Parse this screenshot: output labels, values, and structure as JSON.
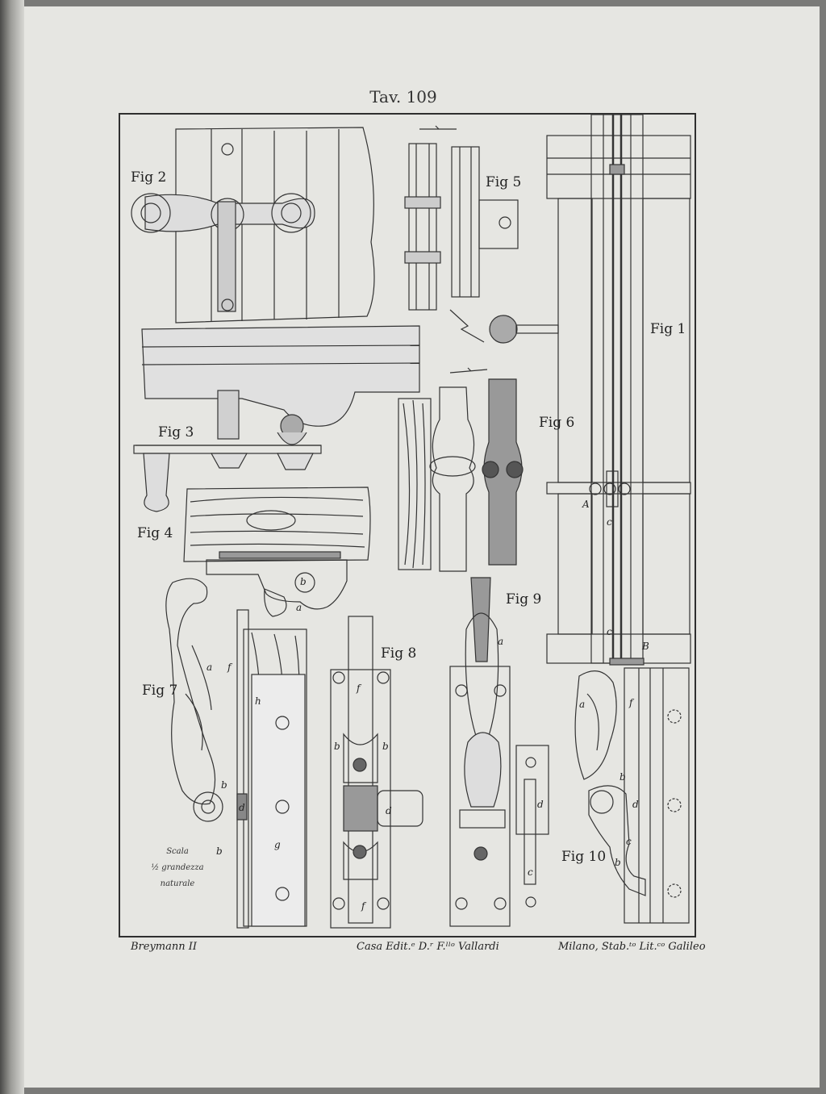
{
  "plate": {
    "title": "Tav. 109"
  },
  "figures": {
    "fig1": "Fig 1",
    "fig2": "Fig 2",
    "fig3": "Fig 3",
    "fig4": "Fig 4",
    "fig5": "Fig 5",
    "fig6": "Fig 6",
    "fig7": "Fig 7",
    "fig8": "Fig 8",
    "fig9": "Fig 9",
    "fig10": "Fig 10"
  },
  "letters": {
    "a": "a",
    "b": "b",
    "c": "c",
    "d": "d",
    "f": "f",
    "g": "g",
    "h": "h",
    "A": "A",
    "B": "B"
  },
  "scale": {
    "line1": "Scala",
    "line2": "½ grandezza",
    "line3": "naturale"
  },
  "footer": {
    "left": "Breymann II",
    "center": "Casa Edit.ᵉ D.ʳ F.ˡˡᵒ Vallardi",
    "right": "Milano, Stab.ᵗᵒ Lit.ᶜᵒ Galileo"
  }
}
